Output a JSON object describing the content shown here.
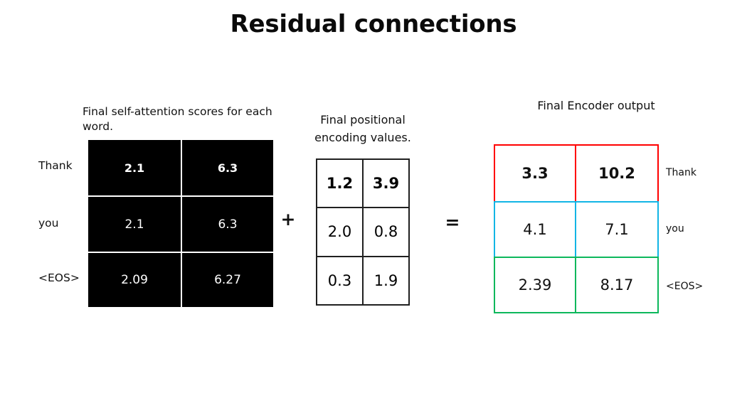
{
  "slide": {
    "title": "Residual connections",
    "background_color": "#FFFFFF"
  },
  "captions": {
    "attention": "Final self-attention scores for each word.",
    "positional": "Final positional encoding values.",
    "encoder": "Final Encoder output"
  },
  "operators": {
    "plus": "+",
    "equals": "="
  },
  "left_row_labels": [
    "Thank",
    "you",
    "<EOS>"
  ],
  "right_row_labels": [
    "Thank",
    "you",
    "<EOS>"
  ],
  "colors": {
    "cell_fill_attention": "#000000",
    "cell_text_attention": "#FFFFFF",
    "grid_positional": "#202020",
    "row_red": "#FF0000",
    "row_cyan": "#12B5E5",
    "row_green": "#0CB85C"
  },
  "chart_data": {
    "type": "table",
    "title": "Residual connections",
    "matrices": [
      {
        "name": "final-self-attention-scores",
        "caption": "Final self-attention scores for each word.",
        "row_labels": [
          "Thank",
          "you",
          "<EOS>"
        ],
        "style": "black-fill-white-text",
        "bold_rows": [
          0
        ],
        "rows": [
          [
            "2.1",
            "6.3"
          ],
          [
            "2.1",
            "6.3"
          ],
          [
            "2.09",
            "6.27"
          ]
        ]
      },
      {
        "name": "final-positional-encoding-values",
        "caption": "Final positional encoding values.",
        "row_labels": [
          "",
          "",
          ""
        ],
        "style": "white-fill-black-grid",
        "bold_rows": [
          0
        ],
        "rows": [
          [
            "1.2",
            "3.9"
          ],
          [
            "2.0",
            "0.8"
          ],
          [
            "0.3",
            "1.9"
          ]
        ]
      },
      {
        "name": "final-encoder-output",
        "caption": "Final Encoder output",
        "row_labels": [
          "Thank",
          "you",
          "<EOS>"
        ],
        "style": "white-fill-colored-outline",
        "row_border_colors": [
          "#FF0000",
          "#12B5E5",
          "#0CB85C"
        ],
        "bold_rows": [
          0
        ],
        "rows": [
          [
            "3.3",
            "10.2"
          ],
          [
            "4.1",
            "7.1"
          ],
          [
            "2.39",
            "8.17"
          ]
        ]
      }
    ],
    "equation": "final self-attention scores + final positional encoding values = final Encoder output"
  }
}
